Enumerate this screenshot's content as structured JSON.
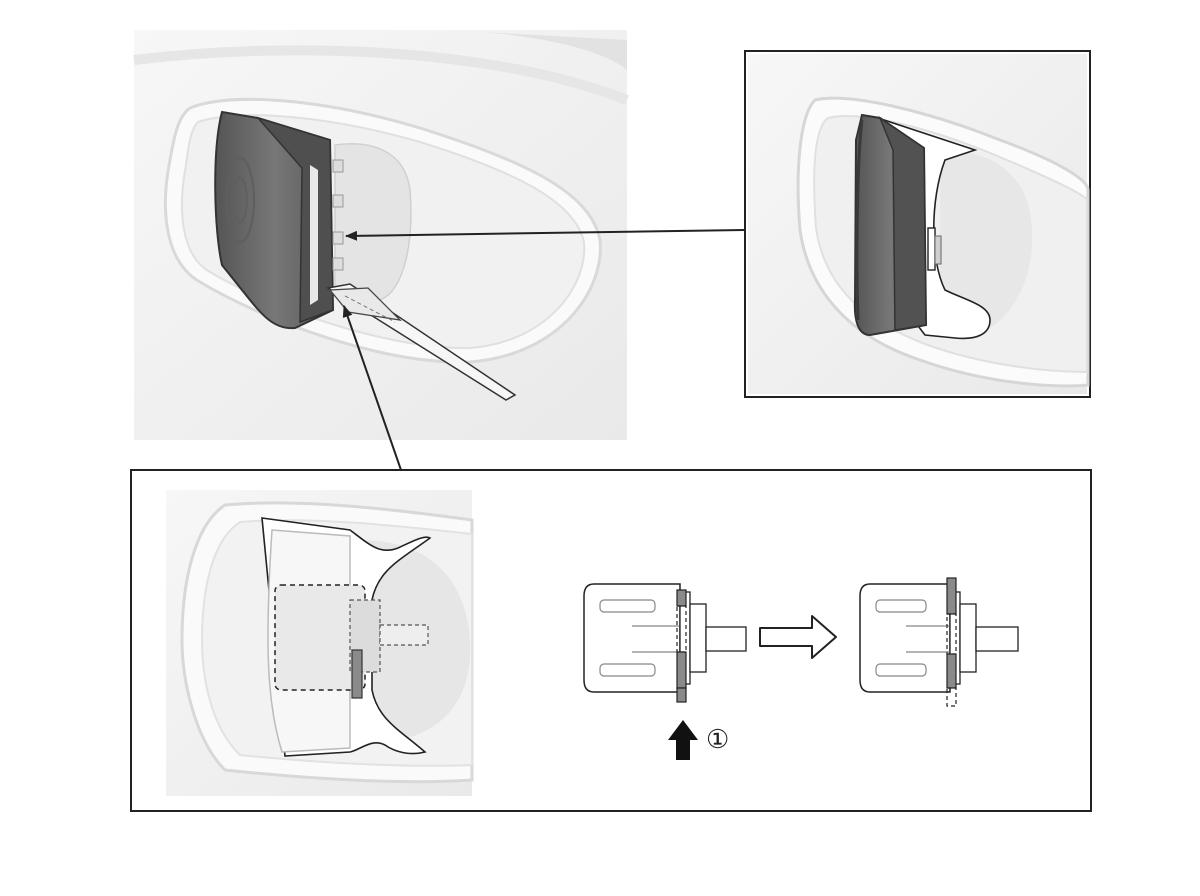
{
  "diagram": {
    "step_marker": "①",
    "icons": {
      "main_view": "handle-recess-illustration",
      "detail_top": "switch-unit-detail",
      "detail_bottom": "switch-unit-cutaway",
      "push_arrow": "arrow-up-icon",
      "transition_arrow": "arrow-right-outline-icon",
      "tool": "flat-screwdriver"
    },
    "colors": {
      "outline": "#222222",
      "cover_fill": "#6b6b6b",
      "cover_dark": "#4a4a4a",
      "panel_fill": "#f4f4f4",
      "recess_fill": "#ebebeb",
      "clip_fill": "#8a8a8a"
    }
  }
}
